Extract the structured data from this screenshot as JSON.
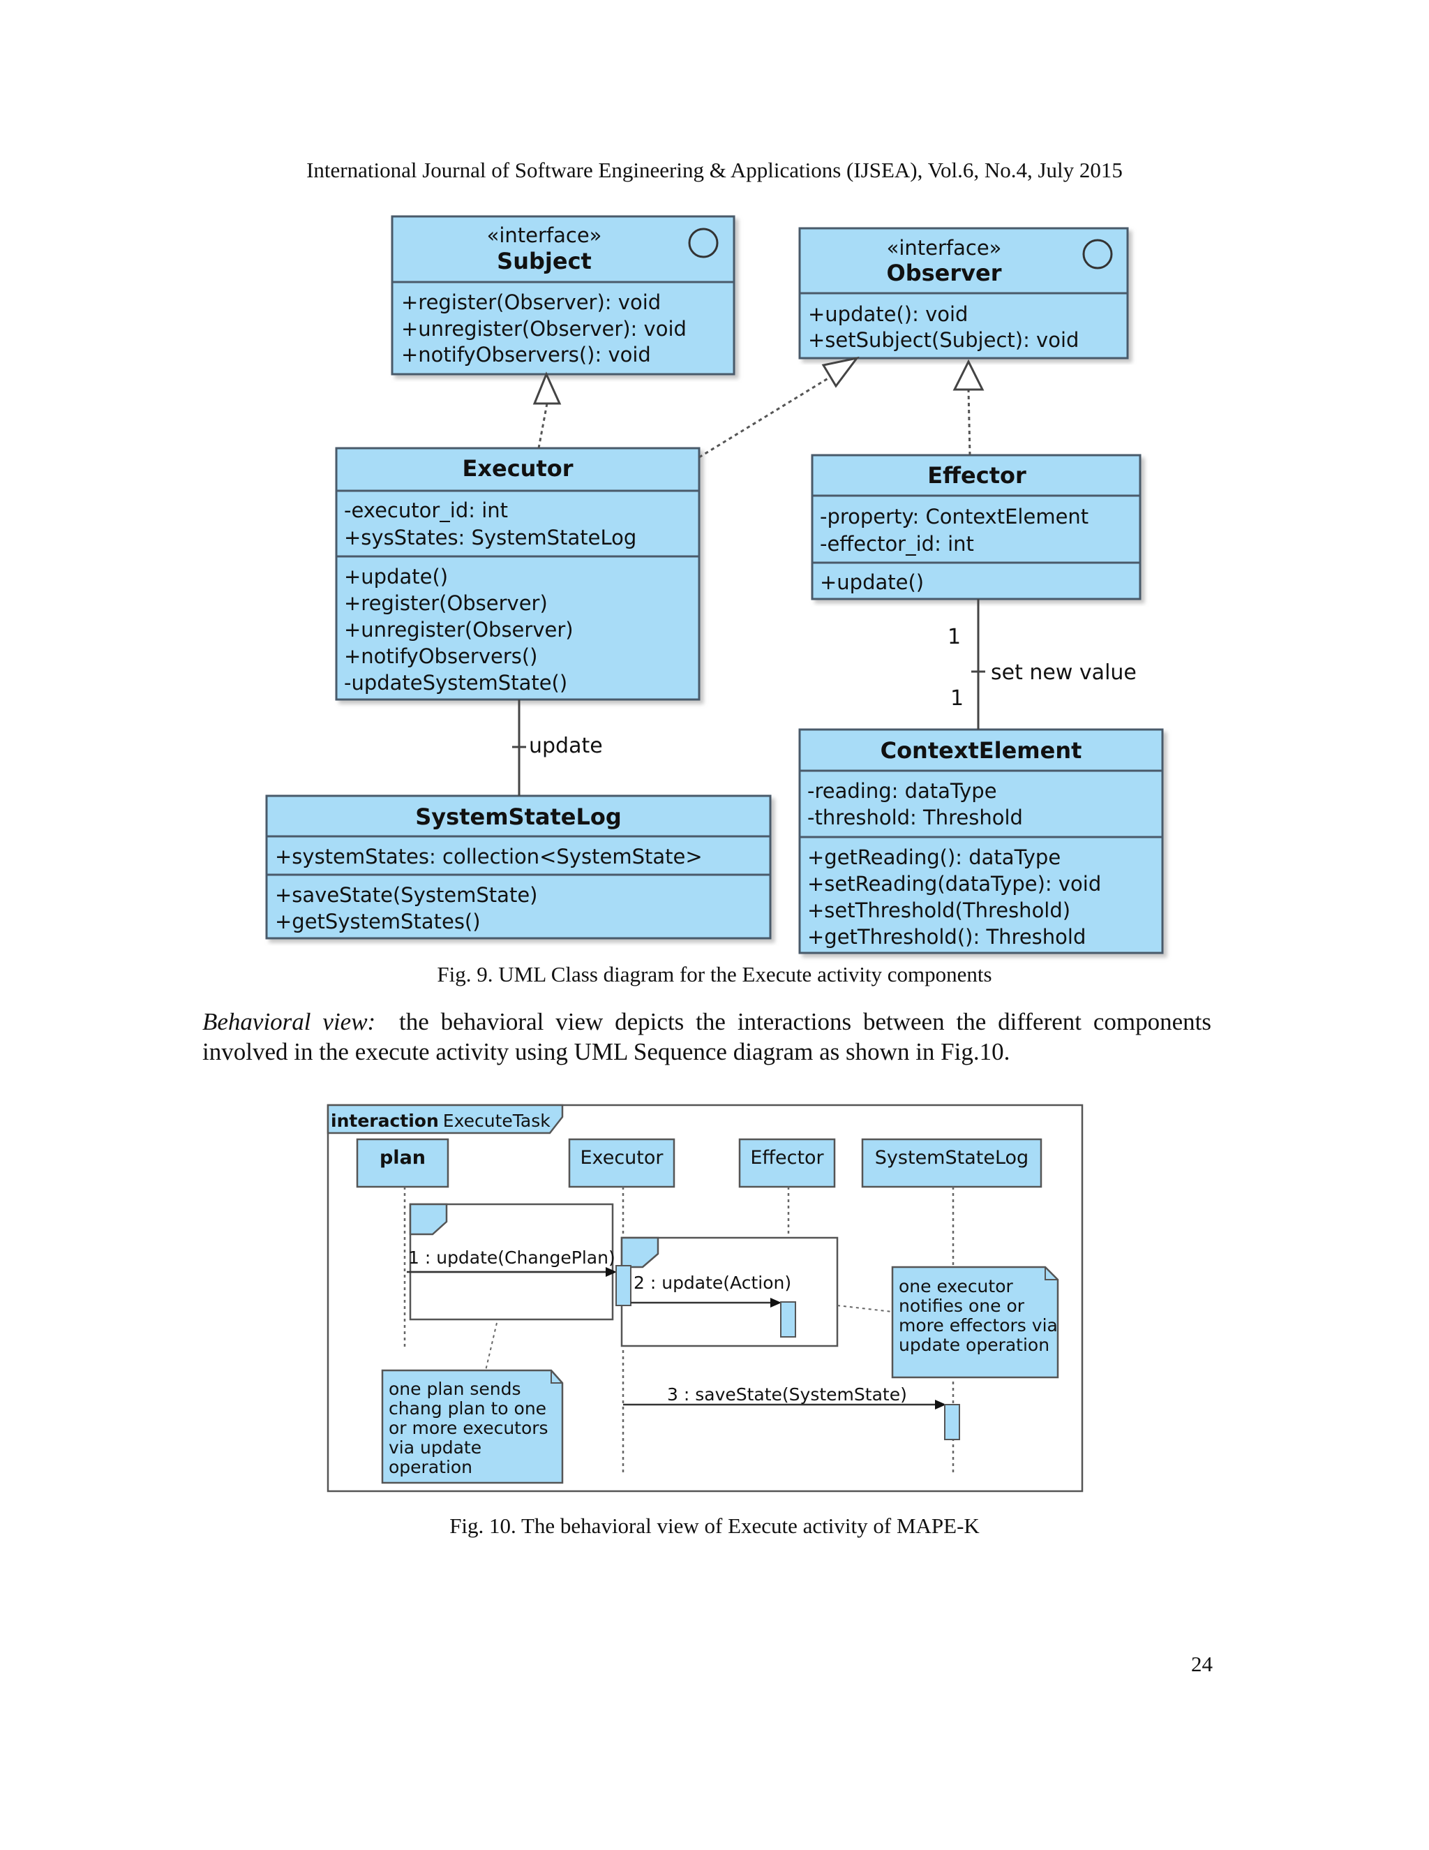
{
  "header": "International Journal of Software Engineering & Applications (IJSEA), Vol.6, No.4, July 2015",
  "colors": {
    "uml_fill": "#a8dcf7",
    "uml_stroke": "#4a5a6a",
    "text": "#111111"
  },
  "fig9": {
    "caption": "Fig. 9. UML Class diagram for the Execute activity components",
    "subject": {
      "stereotype": "«interface»",
      "name": "Subject",
      "ops": [
        "+register(Observer): void",
        "+unregister(Observer): void",
        "+notifyObservers(): void"
      ]
    },
    "observer": {
      "stereotype": "«interface»",
      "name": "Observer",
      "ops": [
        "+update(): void",
        "+setSubject(Subject): void"
      ]
    },
    "executor": {
      "name": "Executor",
      "attrs": [
        "-executor_id: int",
        "+sysStates: SystemStateLog"
      ],
      "ops": [
        "+update()",
        "+register(Observer)",
        "+unregister(Observer)",
        "+notifyObservers()",
        "-updateSystemState()"
      ]
    },
    "effector": {
      "name": "Effector",
      "attrs": [
        "-property: ContextElement",
        "-effector_id: int"
      ],
      "ops": [
        "+update()"
      ]
    },
    "systemstatelog": {
      "name": "SystemStateLog",
      "attrs": [
        "+systemStates: collection<SystemState>"
      ],
      "ops": [
        "+saveState(SystemState)",
        "+getSystemStates()"
      ]
    },
    "contextelement": {
      "name": "ContextElement",
      "attrs": [
        "-reading: dataType",
        "-threshold: Threshold"
      ],
      "ops": [
        "+getReading(): dataType",
        "+setReading(dataType): void",
        "+setThreshold(Threshold)",
        "+getThreshold(): Threshold"
      ]
    },
    "assoc_update": "update",
    "assoc_setvalue": "set new value",
    "mult_top": "1",
    "mult_bottom": "1"
  },
  "body_text": {
    "lead": "Behavioral view:",
    "text": "the behavioral view depicts the interactions between the different components involved in the execute activity using UML Sequence diagram as shown in Fig.10."
  },
  "fig10": {
    "caption": "Fig. 10. The behavioral view of  Execute activity of MAPE-K",
    "frame_keyword": "interaction",
    "frame_name": "ExecuteTask",
    "lifelines": [
      "plan",
      "Executor",
      "Effector",
      "SystemStateLog"
    ],
    "msg1": "1 : update(ChangePlan)",
    "msg2": "2 : update(Action)",
    "msg3": "3 : saveState(SystemState)",
    "note_plan": [
      "one plan sends",
      "chang plan to one",
      "or more executors",
      "via update",
      "operation"
    ],
    "note_executor": [
      "one executor",
      "notifies one or",
      "more effectors via",
      "update operation"
    ]
  },
  "page_number": "24"
}
